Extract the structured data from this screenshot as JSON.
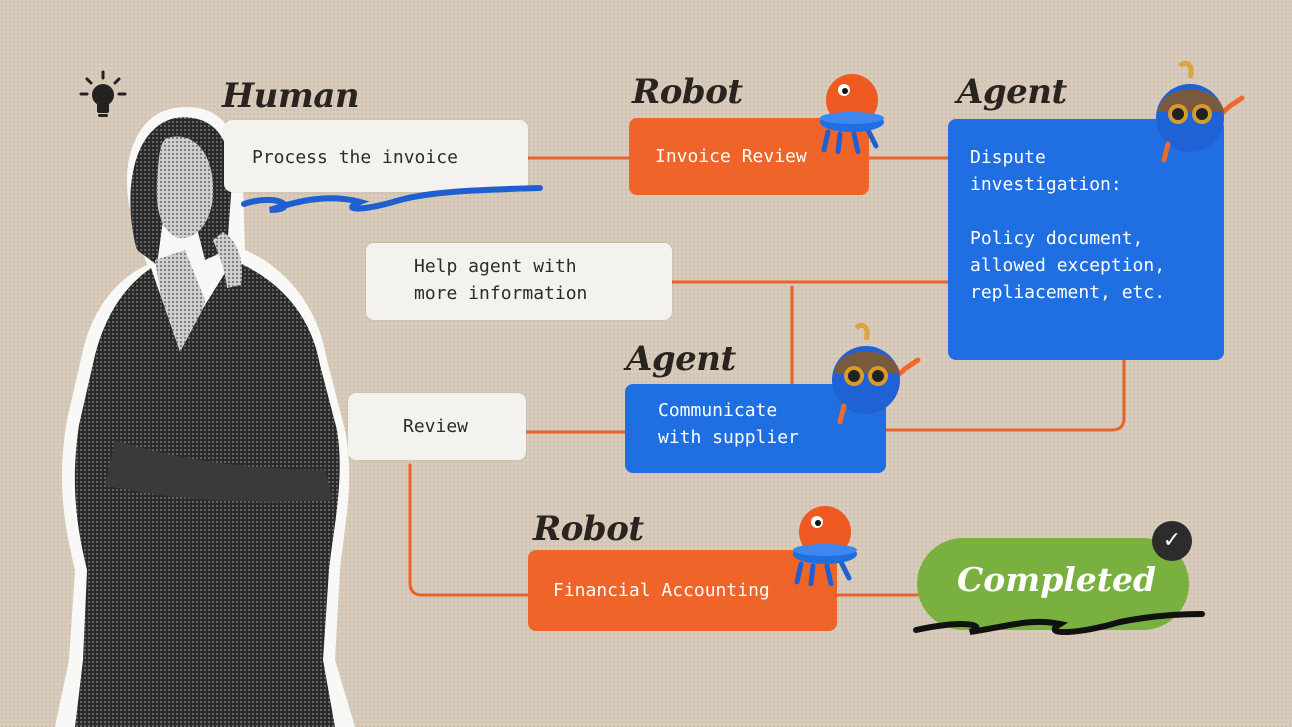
{
  "headings": {
    "human": "Human",
    "robot_top": "Robot",
    "agent_top": "Agent",
    "agent_mid": "Agent",
    "robot_bottom": "Robot"
  },
  "nodes": {
    "process_invoice": "Process the invoice",
    "invoice_review": "Invoice Review",
    "dispute_investigation": "Dispute\ninvestigation:\n\nPolicy document,\nallowed exception,\nrepliacement, etc.",
    "help_agent": "Help agent with\nmore information",
    "communicate_supplier": "Communicate\nwith supplier",
    "review": "Review",
    "financial_accounting": "Financial Accounting",
    "completed": "Completed"
  },
  "icons": {
    "lightbulb": "lightbulb-icon",
    "check": "check-icon",
    "robot_mascot": "robot-mascot",
    "agent_mascot": "agent-mascot",
    "person": "businesswoman-figure"
  },
  "colors": {
    "background": "#d9cbbb",
    "robot_orange": "#ef6428",
    "agent_blue": "#1f6fe2",
    "completed_green": "#7ab040",
    "connector": "#e8632a",
    "human_white": "#f4f2ee"
  }
}
